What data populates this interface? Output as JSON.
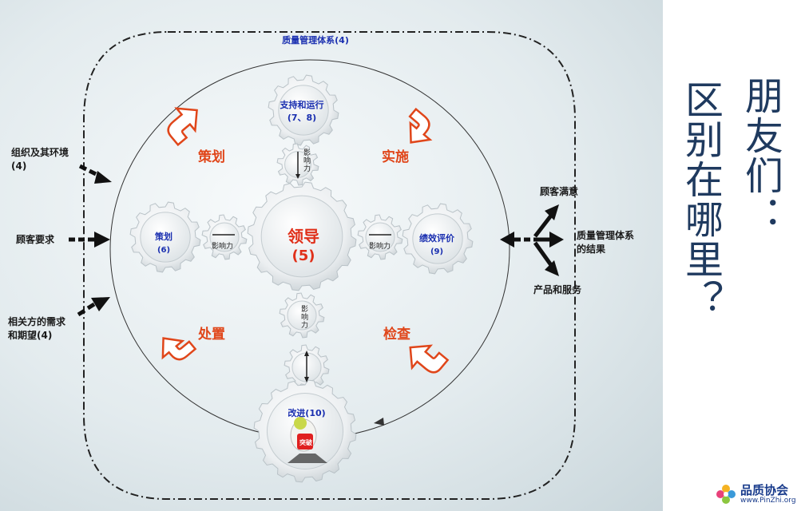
{
  "diagram": {
    "outer_title": "质量管理体系(4)",
    "center": {
      "line1": "领导",
      "line2": "(5)"
    },
    "top_gear": "支持和运行(7、8)",
    "left_gear": {
      "line1": "策划",
      "line2": "(6)"
    },
    "right_gear": {
      "line1": "绩效评价",
      "line2": "(9)"
    },
    "bottom_gear": "改进(10)",
    "bottom_badge": "突破",
    "influence": "影响力",
    "pdca": {
      "plan": "策划",
      "do": "实施",
      "check": "检查",
      "act": "处置"
    },
    "inputs": {
      "context": "组织及其环境(4)",
      "customer_req": "顾客要求",
      "parties": "相关方的需求和期望(4)"
    },
    "outputs": {
      "satisfaction": "顾客满意",
      "results": "质量管理体系的结果",
      "products": "产品和服务"
    }
  },
  "side_text": {
    "col1": "朋友们：",
    "col2": "区别在哪里？"
  },
  "logo": {
    "name": "品质协会",
    "url": "www.PinZhi.org"
  },
  "colors": {
    "title_blue": "#1a2fb0",
    "pdca_red": "#e0461a",
    "side_text": "#1f3a5f"
  }
}
